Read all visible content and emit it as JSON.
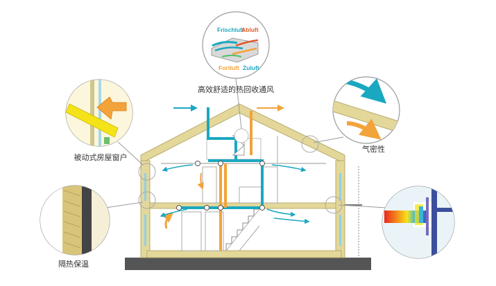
{
  "labels": {
    "hrv": "高效舒适的热回收通风",
    "window": "被动式房屋窗户",
    "airtight": "气密性",
    "insulation": "隔热保温"
  },
  "hrv_unit": {
    "frischluft": "Frischluft",
    "abluft": "Abluft",
    "fortluft": "Fortluft",
    "zuluft": "Zuluft"
  },
  "colors": {
    "fresh_air": "#1aa8c0",
    "exhaust_air": "#f2a33a",
    "wall": "#e3d79a",
    "outline": "#999999",
    "ground": "#555555",
    "callout_fill": "#f7f1c9"
  },
  "icons": [
    "hrv-unit-icon",
    "window-frame-icon",
    "airtight-seal-icon",
    "insulation-wall-icon",
    "thermal-window-icon"
  ]
}
